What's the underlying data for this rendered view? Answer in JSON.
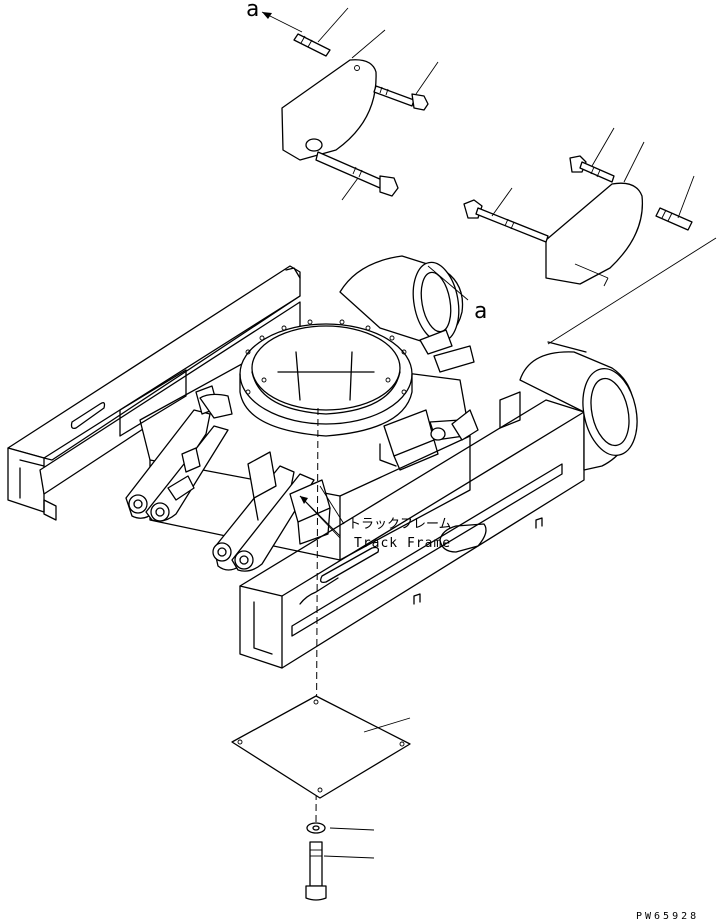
{
  "callouts": {
    "top_left": "a",
    "right": "a"
  },
  "frame_label": {
    "japanese": "トラックフレーム",
    "english": "Track Frame"
  },
  "drawing_code": "PW65928"
}
